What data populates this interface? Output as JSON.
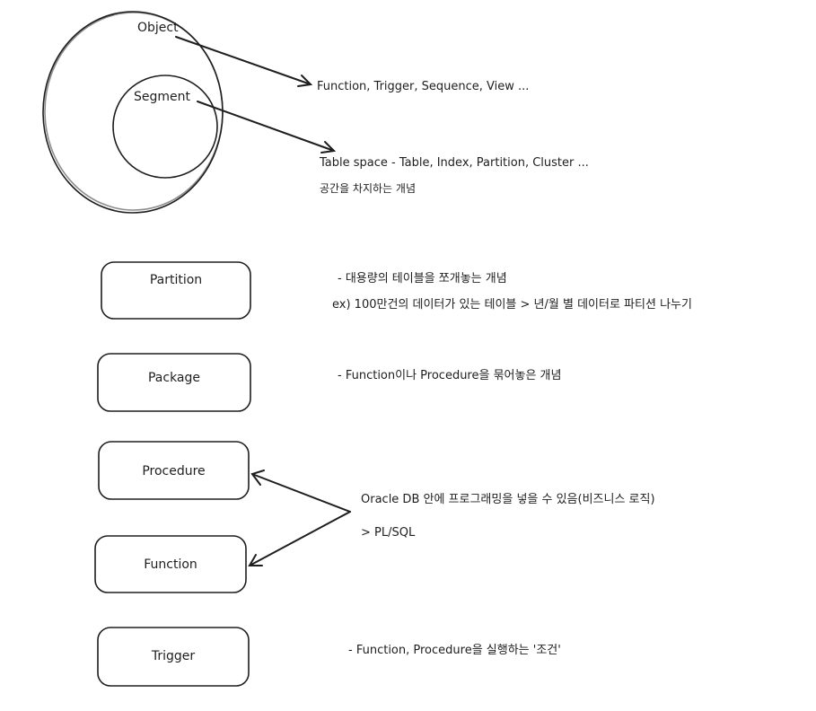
{
  "circles": {
    "outer_label": "Object",
    "inner_label": "Segment"
  },
  "object_note": "Function, Trigger, Sequence, View ...",
  "segment_note": {
    "line1": "Table space - Table, Index, Partition, Cluster ...",
    "line2": "공간을 차지하는 개념"
  },
  "boxes": {
    "partition": "Partition",
    "package": "Package",
    "procedure": "Procedure",
    "function": "Function",
    "trigger": "Trigger"
  },
  "notes": {
    "partition_line1": "- 대용량의 테이블을 쪼개놓는 개념",
    "partition_line2": "ex) 100만건의 데이터가 있는 테이블 > 년/월 별 데이터로 파티션 나누기",
    "package": "- Function이나 Procedure을 묶어놓은 개념",
    "procfunc_line1": "Oracle DB 안에 프로그래밍을 넣을 수 있음(비즈니스 로직)",
    "procfunc_line2": "> PL/SQL",
    "trigger": "- Function, Procedure을 실행하는 '조건'"
  },
  "colors": {
    "stroke": "#1e1e1e",
    "background": "#ffffff"
  }
}
